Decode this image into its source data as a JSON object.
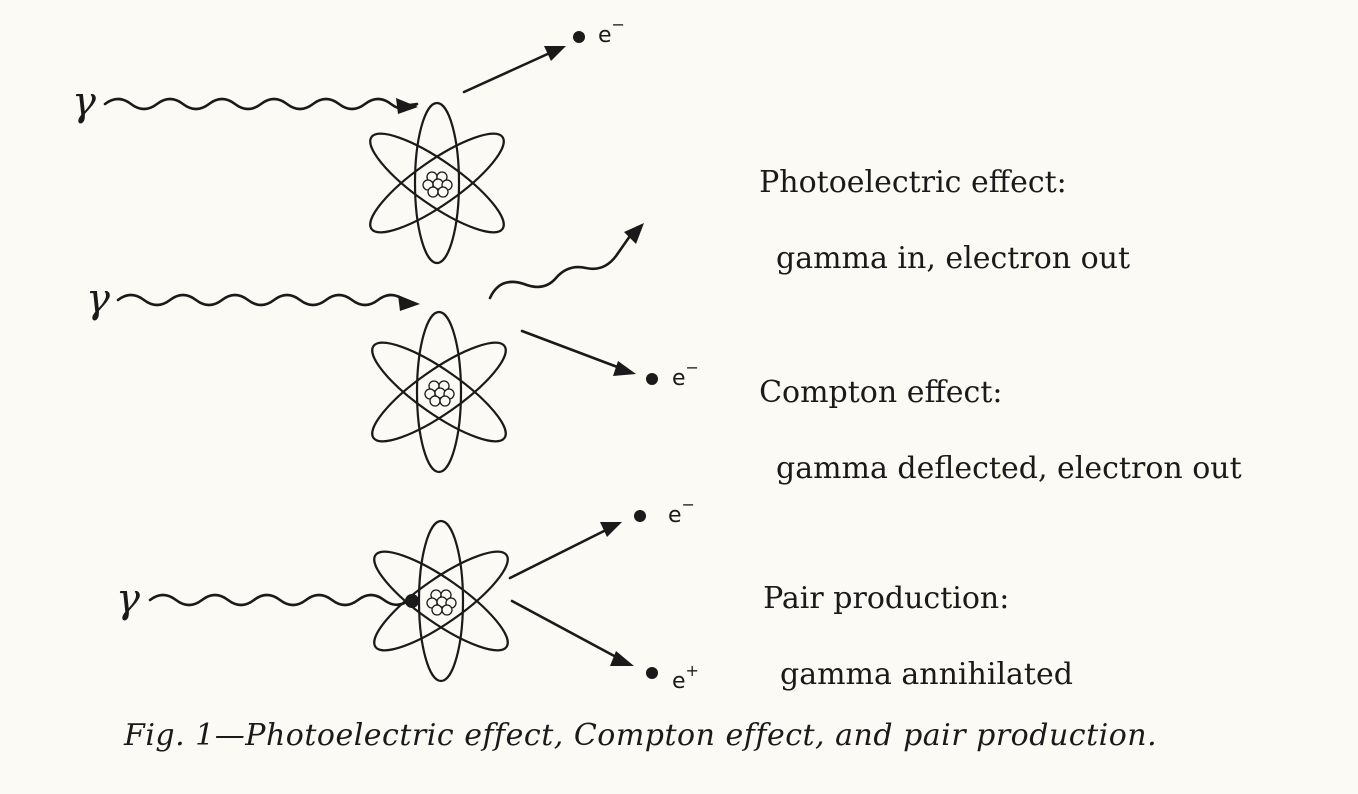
{
  "symbols": {
    "gamma": "γ",
    "electron": "e",
    "electron_charge": "−",
    "positron_charge": "+"
  },
  "effects": [
    {
      "title": "Photoelectric effect:",
      "description": "gamma in, electron out"
    },
    {
      "title": "Compton effect:",
      "description": "gamma deflected, electron out"
    },
    {
      "title": "Pair production:",
      "description": "gamma annihilated"
    }
  ],
  "caption": "Fig. 1—Photoelectric effect, Compton effect, and pair production."
}
